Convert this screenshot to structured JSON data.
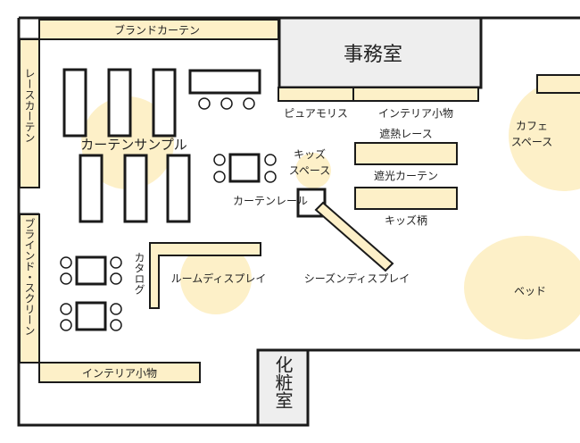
{
  "map": {
    "labels": {
      "brand_curtain": "ブランドカーテン",
      "office": "事務室",
      "lace_curtain": "レースカーテン",
      "curtain_sample": "カーテンサンプル",
      "pure_morris": "ピュアモリス",
      "interior_goods_top": "インテリア小物",
      "cafe_space": "カフェスペース",
      "kids_space": "キッズスペース",
      "heat_lace": "遮熱レース",
      "blackout_curtain": "遮光カーテン",
      "curtain_rail": "カーテンレール",
      "kids_pattern": "キッズ柄",
      "blind_screen": "ブラインド・スクリーン",
      "catalog": "カタログ",
      "room_display": "ルームディスプレイ",
      "season_display": "シーズンディスプレイ",
      "bed": "ベッド",
      "interior_goods_bottom": "インテリア小物",
      "powder_room": "化粧室"
    },
    "colors": {
      "highlight": "#fdf0c8",
      "wall": "#1a1a1a",
      "office_fill": "#eeeeee"
    }
  }
}
